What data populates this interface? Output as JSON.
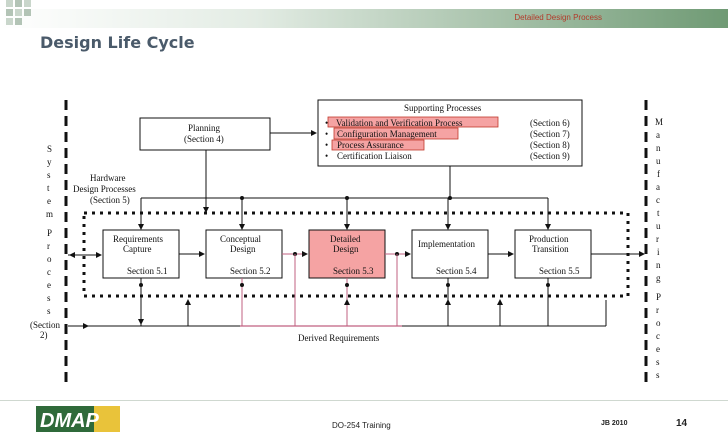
{
  "header": {
    "band_title": "Detailed Design Process",
    "page_title": "Design Life Cycle"
  },
  "diagram": {
    "supporting": {
      "title": "Supporting Processes",
      "items": [
        {
          "name": "Validation and Verification Process",
          "section": "(Section 6)",
          "highlighted": true
        },
        {
          "name": "Configuration Management",
          "section": "(Section 7)",
          "highlighted": true
        },
        {
          "name": "Process Assurance",
          "section": "(Section 8)",
          "highlighted": true
        },
        {
          "name": "Certification Liaison",
          "section": "(Section 9)",
          "highlighted": false
        }
      ]
    },
    "planning": {
      "title": "Planning",
      "section": "(Section 4)"
    },
    "hardware": {
      "line1": "Hardware",
      "line2": "Design Processes",
      "line3": "(Section 5)"
    },
    "processes": [
      {
        "line1": "Requirements",
        "line2": "Capture",
        "section": "Section 5.1",
        "highlighted": false
      },
      {
        "line1": "Conceptual",
        "line2": "Design",
        "section": "Section 5.2",
        "highlighted": false
      },
      {
        "line1": "Detailed",
        "line2": "Design",
        "section": "Section 5.3",
        "highlighted": true
      },
      {
        "line1": "Implementation",
        "line2": "",
        "section": "Section 5.4",
        "highlighted": false
      },
      {
        "line1": "Production",
        "line2": "Transition",
        "section": "Section 5.5",
        "highlighted": false
      }
    ],
    "system_process_letters": [
      "S",
      "y",
      "s",
      "t",
      "e",
      "m",
      "P",
      "r",
      "o",
      "c",
      "e",
      "s",
      "s"
    ],
    "system_section": {
      "line1": "(Section",
      "line2": "2)"
    },
    "manufacturing_letters": [
      "M",
      "a",
      "n",
      "u",
      "f",
      "a",
      "c",
      "t",
      "u",
      "r",
      "i",
      "n",
      "g",
      "P",
      "r",
      "o",
      "c",
      "e",
      "s",
      "s"
    ],
    "derived_requirements": "Derived Requirements",
    "colors": {
      "highlight": "#f5a3a3",
      "highlight_stroke": "#c0392b",
      "band": "#6f9a74",
      "title": "#4a5a6a",
      "derived_line": "#c06080"
    }
  },
  "footer": {
    "logo_text": "DMAP",
    "center": "DO-254 Training",
    "date": "JB 2010",
    "page_number": "14"
  }
}
